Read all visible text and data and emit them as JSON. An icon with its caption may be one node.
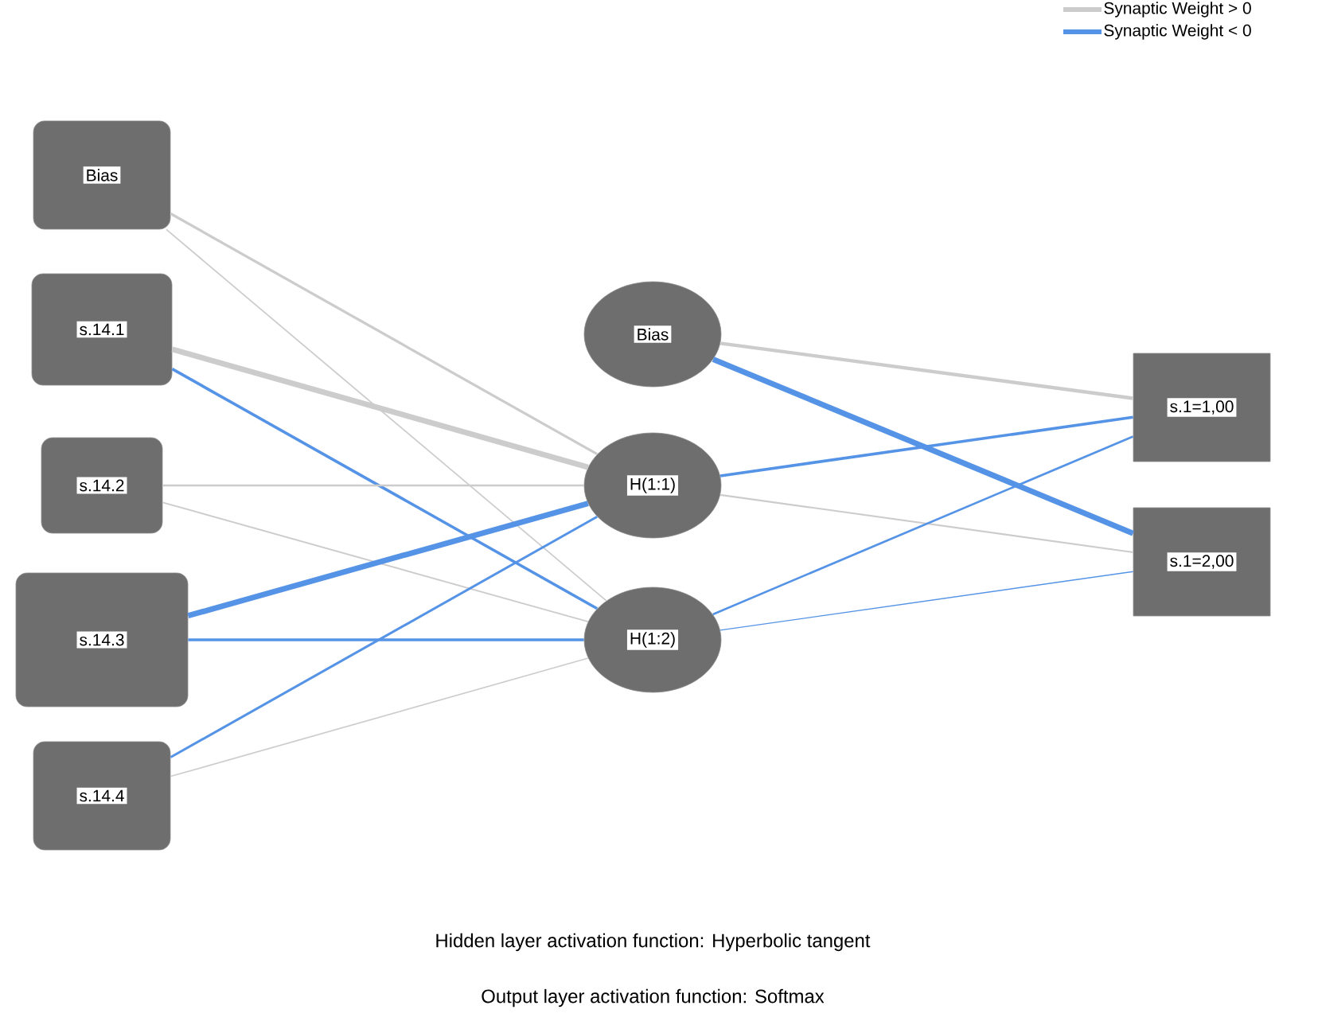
{
  "diagram": {
    "nodes": [
      {
        "text": [
          "Bias"
        ]
      },
      {
        "text": [
          "s.14.1"
        ]
      },
      {
        "text": [
          "s.14.2"
        ]
      },
      {
        "text": [
          "s.14.3"
        ]
      },
      {
        "text": [
          "s.14.4"
        ]
      },
      {
        "text": [
          "Bias"
        ]
      },
      {
        "text": [
          "H(1:1)"
        ]
      },
      {
        "text": [
          "H(1:2)"
        ]
      },
      {
        "text": [
          "s.1=1,00"
        ]
      },
      {
        "text": [
          "s.1=2,00"
        ]
      }
    ],
    "edges": [
      {
        "from": 0,
        "to": 6,
        "arrow": "none",
        "color": "#cccccc"
      },
      {
        "from": 0,
        "to": 7,
        "arrow": "none",
        "color": "#cccccc"
      },
      {
        "from": 1,
        "to": 6,
        "arrow": "none",
        "style": "thick",
        "color": "#cccccc"
      },
      {
        "from": 1,
        "to": 7,
        "arrow": "none",
        "color": "#5593e6"
      },
      {
        "from": 2,
        "to": 6,
        "arrow": "none",
        "color": "#cccccc"
      },
      {
        "from": 2,
        "to": 7,
        "arrow": "none",
        "color": "#cccccc"
      },
      {
        "from": 3,
        "to": 6,
        "arrow": "none",
        "style": "thick",
        "color": "#5593e6"
      },
      {
        "from": 3,
        "to": 7,
        "arrow": "none",
        "color": "#5593e6"
      },
      {
        "from": 4,
        "to": 6,
        "arrow": "none",
        "color": "#5593e6"
      },
      {
        "from": 4,
        "to": 7,
        "arrow": "none",
        "color": "#cccccc"
      },
      {
        "from": 5,
        "to": 8,
        "arrow": "none",
        "color": "#cccccc"
      },
      {
        "from": 5,
        "to": 9,
        "arrow": "none",
        "style": "thick",
        "color": "#5593e6"
      },
      {
        "from": 6,
        "to": 8,
        "arrow": "none",
        "color": "#5593e6"
      },
      {
        "from": 6,
        "to": 9,
        "arrow": "none",
        "color": "#cccccc"
      },
      {
        "from": 7,
        "to": 8,
        "arrow": "none",
        "color": "#5593e6"
      },
      {
        "from": 7,
        "to": 9,
        "arrow": "none",
        "color": "#5593e6"
      }
    ],
    "labels": [
      "Hidden layer activation function: Hyperbolic tangent",
      "Output layer activation function: Softmax"
    ],
    "legend": [
      {
        "text": "Synaptic Weight > 0"
      },
      {
        "text": "Synaptic Weight < 0"
      }
    ]
  }
}
